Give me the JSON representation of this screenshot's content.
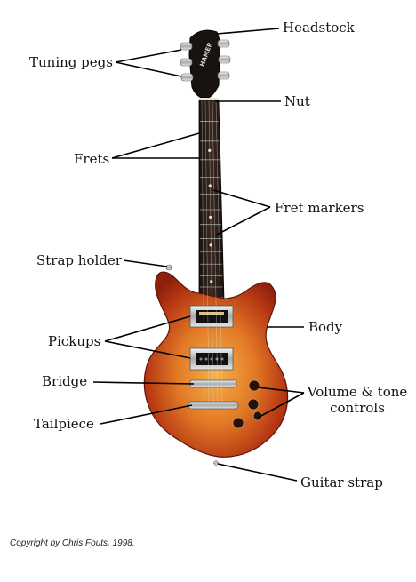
{
  "labels": {
    "headstock": "Headstock",
    "tuning_pegs": "Tuning pegs",
    "nut": "Nut",
    "frets": "Frets",
    "fret_markers": "Fret markers",
    "strap_holder": "Strap holder",
    "body": "Body",
    "pickups": "Pickups",
    "bridge": "Bridge",
    "volume_tone_line1": "Volume & tone",
    "volume_tone_line2": "controls",
    "tailpiece": "Tailpiece",
    "guitar_strap": "Guitar strap"
  },
  "headstock_logo": "HAMER",
  "copyright": "Copyright by Chris Fouts. 1998.",
  "colors": {
    "body_center": "#f2a23c",
    "body_edge": "#a8260e",
    "neck": "#2a1c16",
    "headstock": "#1a1412",
    "hardware": "#c9c9c9",
    "leader_line": "#000000"
  }
}
